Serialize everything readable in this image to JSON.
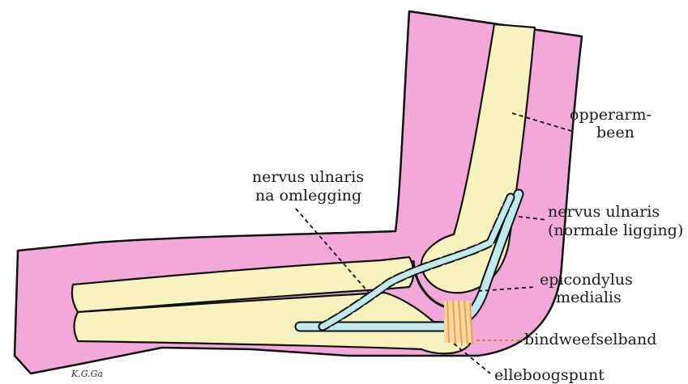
{
  "labels": {
    "upper_arm_bone_1": "opperarm-",
    "upper_arm_bone_2": "been",
    "nerve_rerouted_1": "nervus ulnaris",
    "nerve_rerouted_2": "na omlegging",
    "nerve_normal_1": "nervus ulnaris",
    "nerve_normal_2": "(normale ligging)",
    "epicondyle_1": "epicondylus",
    "epicondyle_2": "medialis",
    "ligament": "bindweefselband",
    "olecranon": "elleboogspunt"
  },
  "signature": "K.G.Ga",
  "colors": {
    "skin": "#f2a8d8",
    "bone": "#f8f2be",
    "nerve": "#bfeaf0",
    "ligament": "#f0a040",
    "outline": "#111111",
    "leader_orange": "#e08020"
  }
}
